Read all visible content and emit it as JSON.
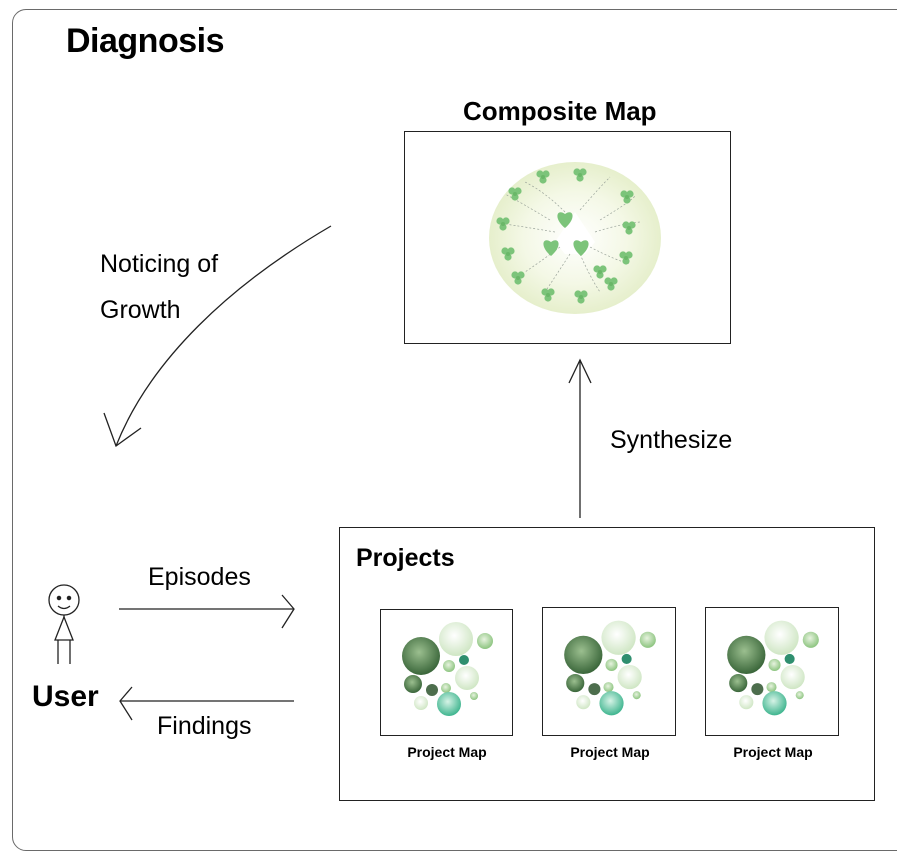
{
  "title": "Diagnosis",
  "composite": {
    "title": "Composite Map"
  },
  "arrows": {
    "noticing_line1": "Noticing of",
    "noticing_line2": "Growth",
    "synthesize": "Synthesize",
    "episodes": "Episodes",
    "findings": "Findings"
  },
  "user": {
    "label": "User"
  },
  "projects": {
    "title": "Projects",
    "maps": [
      {
        "caption": "Project Map"
      },
      {
        "caption": "Project Map"
      },
      {
        "caption": "Project Map"
      }
    ]
  },
  "colors": {
    "leaf": "#7cc47a",
    "halo": "#eef5dc",
    "bubble_dark": "#3f6f3f",
    "bubble_teal": "#4fbf9a"
  }
}
